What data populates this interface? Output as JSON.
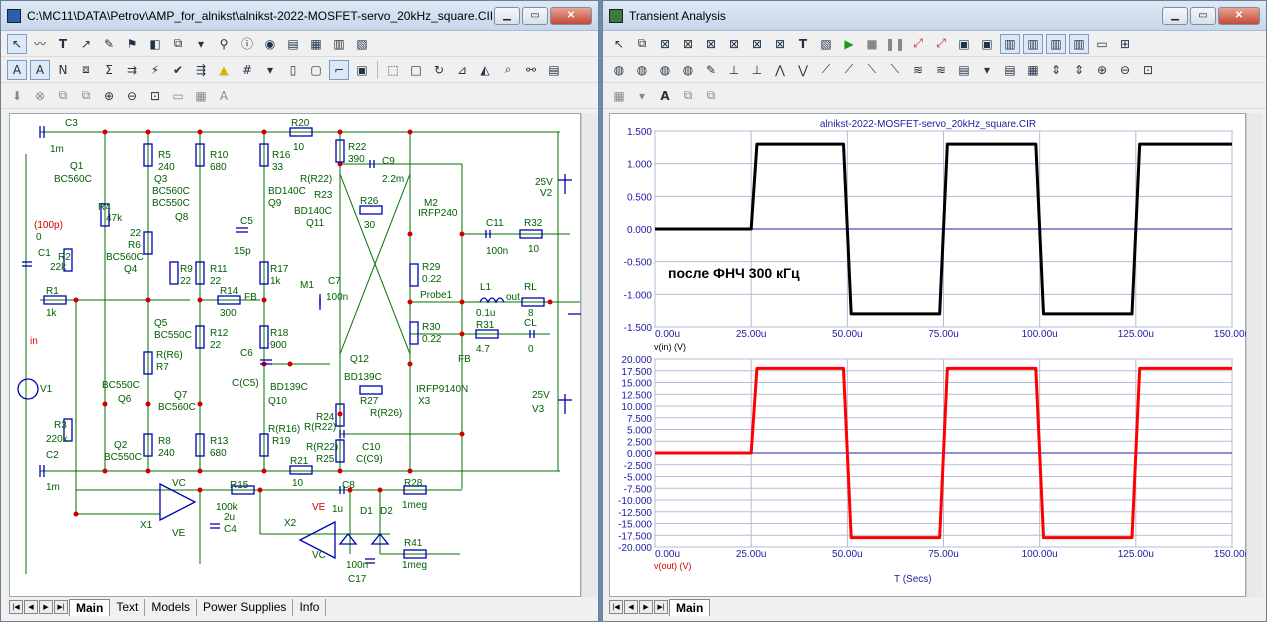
{
  "schematic_window": {
    "title": "C:\\MC11\\DATA\\Petrov\\AMP_for_alnikst\\alnikst-2022-MOSFET-servo_20kHz_square.CIR",
    "tabs": [
      "Main",
      "Text",
      "Models",
      "Power Supplies",
      "Info"
    ],
    "active_tab": "Main"
  },
  "transient_window": {
    "title": "Transient Analysis",
    "tabs": [
      "Main"
    ],
    "active_tab": "Main"
  },
  "schematic": {
    "labels": {
      "C3": "C3",
      "C3v": "1m",
      "Q1": "Q1",
      "Q1m": "BC560C",
      "R5": "R5",
      "R5v": "240",
      "R10": "R10",
      "R10v": "680",
      "R16": "R16",
      "R16v": "33",
      "R20": "R20",
      "R20v": "10",
      "R22": "R22",
      "R22v": "390",
      "C9": "C9",
      "C9v": "2.2m",
      "V2v": "25V",
      "V2": "V2",
      "Q3": "Q3",
      "Q3m": "BC560C",
      "Q3m2": "BC550C",
      "RR22": "R(R22)",
      "R23": "R23",
      "Q9m": "BD140C",
      "Q9": "Q9",
      "M2": "M2",
      "M2m": "IRFP240",
      "R4": "R4",
      "R4v": "47k",
      "Q8": "Q8",
      "C5": "C5",
      "R26": "R26",
      "R26v": "30",
      "Q11m": "BD140C",
      "Q11": "Q11",
      "C11": "C11",
      "C11v": "100n",
      "R32": "R32",
      "R32v": "10",
      "C100p": "(100p)",
      "C1v": "0",
      "C1": "C1",
      "R6": "R6",
      "R6v": "22",
      "R2": "R2",
      "R2v": "22k",
      "C5v": "15p",
      "Q4m": "BC560C",
      "Q4": "Q4",
      "R9": "R9",
      "R9v": "22",
      "R11": "R11",
      "R11v": "22",
      "R17": "R17",
      "R17v": "1k",
      "M1": "M1",
      "C7": "C7",
      "C7v": "100n",
      "R29": "R29",
      "R29v": "0.22",
      "L1": "L1",
      "L1v": "0.1u",
      "RL": "RL",
      "RLv": "8",
      "R1": "R1",
      "R1v": "1k",
      "R14": "R14",
      "R14v": "300",
      "FB": "FB",
      "Probe": "Probe1",
      "out": "out",
      "Q5": "Q5",
      "Q5m": "BC550C",
      "R31": "R31",
      "R31v": "4.7",
      "CL": "CL",
      "CLv": "0",
      "R12": "R12",
      "R12v": "22",
      "R18": "R18",
      "R18v": "900",
      "R30": "R30",
      "R30v": "0.22",
      "in": "in",
      "RR6": "R(R6)",
      "R7": "R7",
      "C6": "C6",
      "Q12": "Q12",
      "Q12m": "BD139C",
      "FB2": "FB",
      "Q6m": "BC550C",
      "Q7": "Q7",
      "Q7m": "BC560C",
      "CC5": "C(C5)",
      "Q10m": "BD139C",
      "IRF": "IRFP9140N",
      "X3": "X3",
      "V1": "V1",
      "Q6": "Q6",
      "R27": "R27",
      "RR26": "R(R26)",
      "V3v": "25V",
      "V3": "V3",
      "Q10": "Q10",
      "R3": "R3",
      "R3v": "220k",
      "R24": "R24",
      "RR22b": "R(R22)",
      "R8": "R8",
      "R8v": "240",
      "R13": "R13",
      "R13v": "680",
      "RR16": "R(R16)",
      "R19": "R19",
      "RR22c": "R(R22)",
      "R25": "R25",
      "C10": "C10",
      "CC9": "C(C9)",
      "Q2": "Q2",
      "Q2m": "BC550C",
      "C2": "C2",
      "C2v": "1m",
      "R21": "R21",
      "R21v": "10",
      "R28": "R28",
      "R28v": "1meg",
      "VC": "VC",
      "R15": "R15",
      "R15v": "100k",
      "C8": "C8",
      "X1": "X1",
      "C4v": "2u",
      "C4": "C4",
      "VE": "VE",
      "VE2": "VE",
      "C8v": "1u",
      "D1": "D1",
      "D2": "D2",
      "X2": "X2",
      "VC2": "VC",
      "R41": "R41",
      "R41v": "1meg",
      "C17v": "100n",
      "C17": "C17"
    }
  },
  "plot": {
    "title": "alnikst-2022-MOSFET-servo_20kHz_square.CIR",
    "annotation": "после ФНЧ  300 кГц",
    "xlabel": "T (Secs)",
    "top_ylabel": "v(in) (V)",
    "bottom_ylabel": "v(out) (V)",
    "x_ticks": [
      "0.00u",
      "25.00u",
      "50.00u",
      "75.00u",
      "100.00u",
      "125.00u",
      "150.00u"
    ],
    "top_y_ticks": [
      "1.500",
      "1.000",
      "0.500",
      "0.000",
      "-0.500",
      "-1.000",
      "-1.500"
    ],
    "bottom_y_ticks": [
      "20.000",
      "17.500",
      "15.000",
      "12.500",
      "10.000",
      "7.500",
      "5.000",
      "2.500",
      "0.000",
      "-2.500",
      "-5.000",
      "-7.500",
      "-10.000",
      "-12.500",
      "-15.000",
      "-17.500",
      "-20.000"
    ]
  },
  "chart_data": [
    {
      "type": "line",
      "title": "alnikst-2022-MOSFET-servo_20kHz_square.CIR",
      "xlabel": "",
      "ylabel": "v(in) (V)",
      "xlim": [
        0,
        150
      ],
      "ylim": [
        -1.5,
        1.5
      ],
      "color": "#000000",
      "series": [
        {
          "name": "v(in) (V)",
          "x": [
            0,
            25,
            26.5,
            49,
            51,
            74,
            76,
            99,
            101,
            124,
            126,
            150
          ],
          "y": [
            0,
            0,
            1.3,
            1.3,
            -1.3,
            -1.3,
            1.3,
            1.3,
            -1.3,
            -1.3,
            1.3,
            1.3
          ]
        }
      ]
    },
    {
      "type": "line",
      "title": "",
      "xlabel": "T (Secs)",
      "ylabel": "v(out) (V)",
      "xlim": [
        0,
        150
      ],
      "ylim": [
        -20,
        20
      ],
      "color": "#ff0000",
      "series": [
        {
          "name": "v(out) (V)",
          "x": [
            0,
            25,
            26.5,
            49,
            51,
            74,
            76,
            99,
            101,
            124,
            126,
            150
          ],
          "y": [
            0,
            0,
            18,
            18,
            -18,
            -18,
            18,
            18,
            -18,
            -18,
            18,
            18
          ]
        }
      ]
    }
  ]
}
